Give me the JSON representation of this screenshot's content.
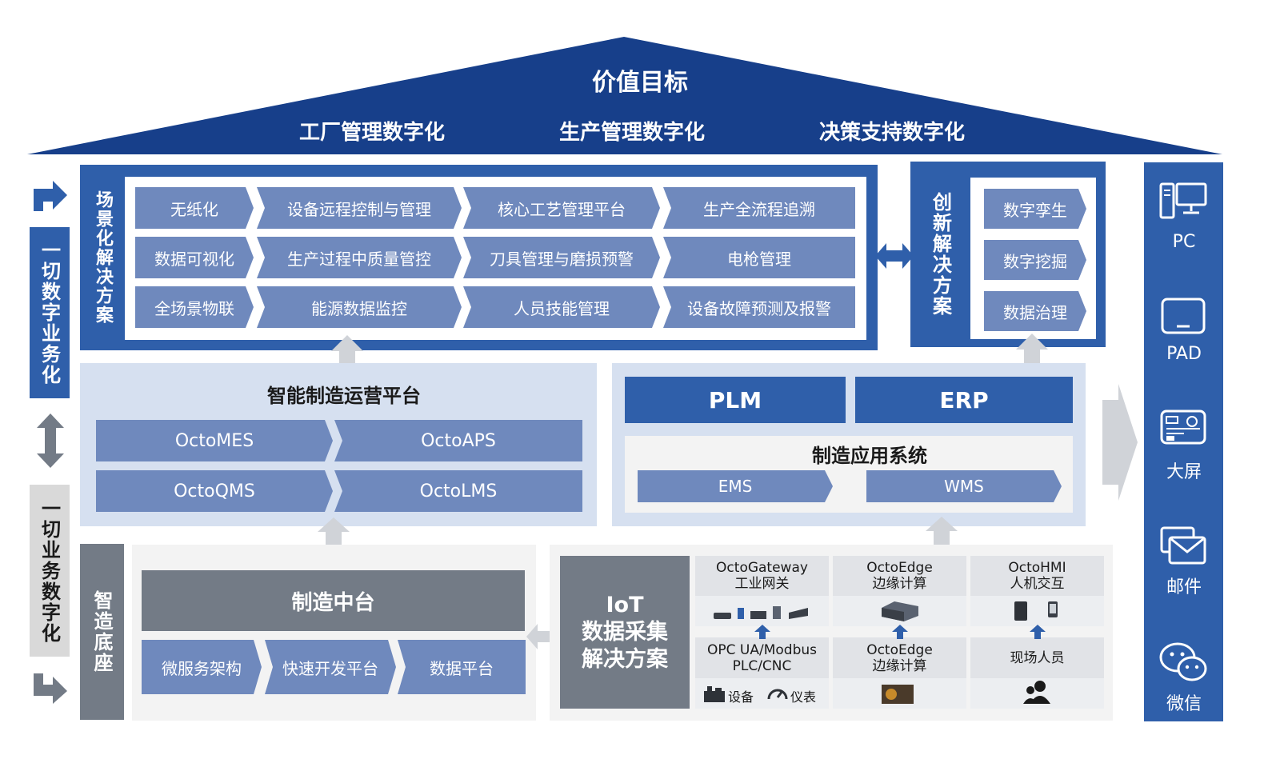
{
  "roof": {
    "title": "价值目标",
    "items": [
      "工厂管理数字化",
      "生产管理数字化",
      "决策支持数字化"
    ]
  },
  "left_rail": {
    "top_label": "一切数字业务化",
    "bottom_label": "一切业务数字化"
  },
  "scenario": {
    "label": "场景化解决方案",
    "rows": [
      [
        "无纸化",
        "设备远程控制与管理",
        "核心工艺管理平台",
        "生产全流程追溯"
      ],
      [
        "数据可视化",
        "生产过程中质量管控",
        "刀具管理与磨损预警",
        "电枪管理"
      ],
      [
        "全场景物联",
        "能源数据监控",
        "人员技能管理",
        "设备故障预测及报警"
      ]
    ]
  },
  "innovation": {
    "label": "创新解决方案",
    "items": [
      "数字孪生",
      "数字挖掘",
      "数据治理"
    ]
  },
  "smart_platform": {
    "title": "智能制造运营平台",
    "items": [
      "OctoMES",
      "OctoAPS",
      "OctoQMS",
      "OctoLMS"
    ]
  },
  "apps": {
    "plm": "PLM",
    "erp": "ERP",
    "title": "制造应用系统",
    "items": [
      "EMS",
      "WMS"
    ]
  },
  "base": {
    "label": "智造底座",
    "mid_title": "制造中台",
    "mid_items": [
      "微服务架构",
      "快速开发平台",
      "数据平台"
    ]
  },
  "iot": {
    "title_line1": "IoT",
    "title_line2": "数据采集",
    "title_line3": "解决方案",
    "cells": [
      {
        "line1": "OctoGateway",
        "line2": "工业网关"
      },
      {
        "line1": "OctoEdge",
        "line2": "边缘计算"
      },
      {
        "line1": "OctoHMI",
        "line2": "人机交互"
      },
      {
        "line1": "OPC UA/Modbus",
        "line2": "PLC/CNC"
      },
      {
        "line1": "OctoEdge",
        "line2": "边缘计算"
      },
      {
        "line1": "现场人员",
        "line2": ""
      }
    ],
    "device_label": "设备",
    "meter_label": "仪表"
  },
  "devices": {
    "items": [
      {
        "label": "PC",
        "icon": "pc-icon"
      },
      {
        "label": "PAD",
        "icon": "pad-icon"
      },
      {
        "label": "大屏",
        "icon": "big-screen-icon"
      },
      {
        "label": "邮件",
        "icon": "mail-icon"
      },
      {
        "label": "微信",
        "icon": "wechat-icon"
      }
    ]
  },
  "colors": {
    "navy": "#173f8a",
    "blue": "#2f5faa",
    "box_blue": "#6f89bd",
    "light_panel": "#d6e0f0",
    "gray_dark": "#737b86",
    "gray_light": "#f3f3f3"
  }
}
